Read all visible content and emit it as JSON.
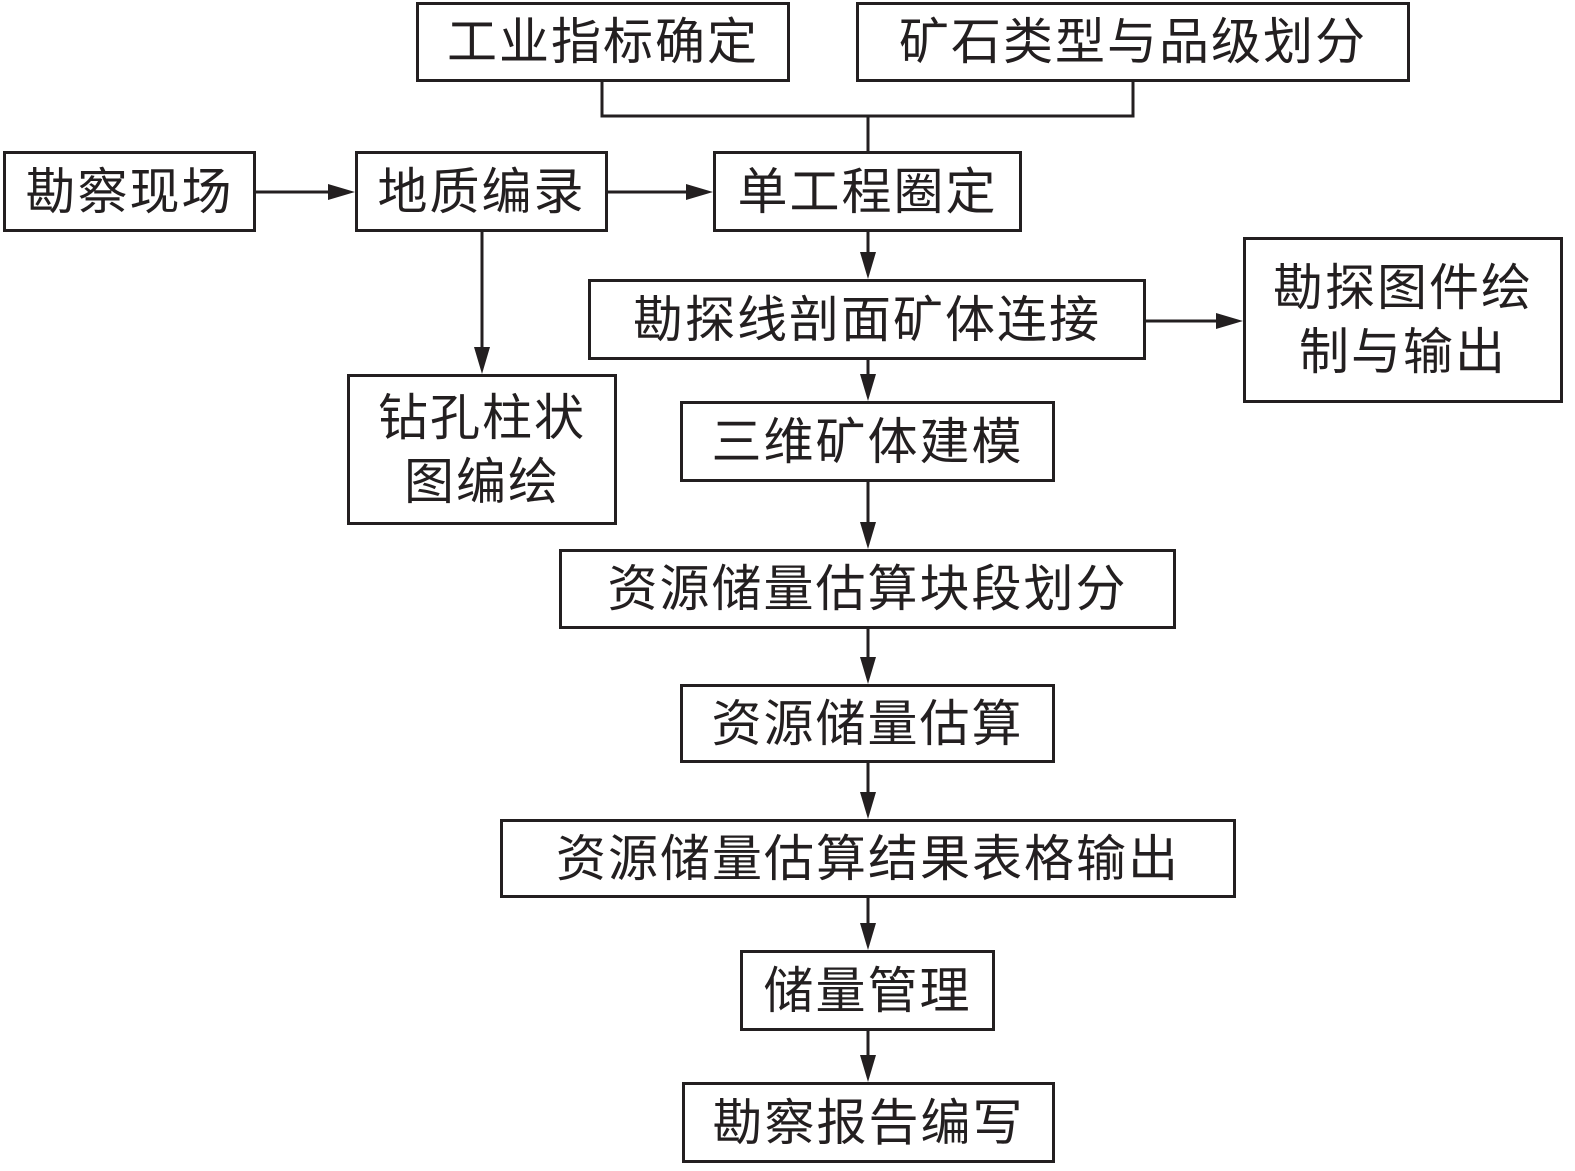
{
  "diagram": {
    "type": "flowchart",
    "nodes": {
      "industrial_index": "工业指标确定",
      "ore_type_grade": "矿石类型与品级划分",
      "site_survey": "勘察现场",
      "geological_logging": "地质编录",
      "single_project_delineation": "单工程圈定",
      "section_orebody_connection": "勘探线剖面矿体连接",
      "exploration_drawing_output": "勘探图件绘\n制与输出",
      "borehole_column_drawing": "钻孔柱状\n图编绘",
      "orebody_3d_modeling": "三维矿体建模",
      "block_division": "资源储量估算块段划分",
      "reserve_estimation": "资源储量估算",
      "result_table_output": "资源储量估算结果表格输出",
      "reserve_management": "储量管理",
      "report_writing": "勘察报告编写"
    },
    "edges": [
      {
        "from": "industrial_index",
        "to": "single_project_delineation",
        "style": "merge-line"
      },
      {
        "from": "ore_type_grade",
        "to": "single_project_delineation",
        "style": "merge-line"
      },
      {
        "from": "site_survey",
        "to": "geological_logging",
        "style": "arrow"
      },
      {
        "from": "geological_logging",
        "to": "single_project_delineation",
        "style": "arrow"
      },
      {
        "from": "geological_logging",
        "to": "borehole_column_drawing",
        "style": "arrow"
      },
      {
        "from": "single_project_delineation",
        "to": "section_orebody_connection",
        "style": "arrow"
      },
      {
        "from": "section_orebody_connection",
        "to": "exploration_drawing_output",
        "style": "arrow"
      },
      {
        "from": "section_orebody_connection",
        "to": "orebody_3d_modeling",
        "style": "arrow"
      },
      {
        "from": "orebody_3d_modeling",
        "to": "block_division",
        "style": "arrow"
      },
      {
        "from": "block_division",
        "to": "reserve_estimation",
        "style": "arrow"
      },
      {
        "from": "reserve_estimation",
        "to": "result_table_output",
        "style": "arrow"
      },
      {
        "from": "result_table_output",
        "to": "reserve_management",
        "style": "arrow"
      },
      {
        "from": "reserve_management",
        "to": "report_writing",
        "style": "arrow"
      }
    ]
  }
}
